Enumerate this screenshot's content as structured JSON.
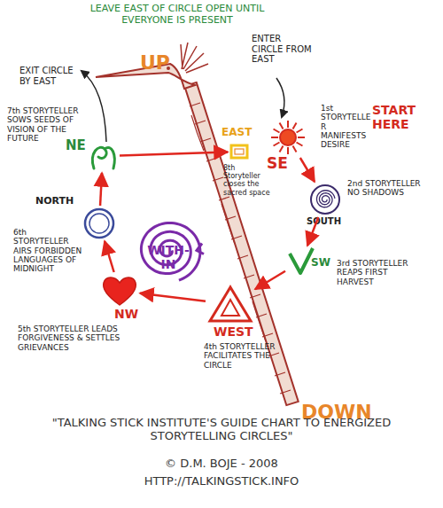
{
  "diagram": {
    "caption": "\"TALKING STICK INSTITUTE'S GUIDE CHART TO ENERGIZED STORYTELLING CIRCLES\"",
    "nodes": [
      {
        "text": [
          "SE",
          "1st STORYTELLER MANIFESTS DESIRE"
        ]
      },
      {
        "text": [
          "SOUTH",
          "2nd STORYTELLER NO SHADOWS"
        ]
      },
      {
        "text": [
          "SW",
          "3rd STORYTELLER REAPS FIRST HARVEST"
        ]
      },
      {
        "text": [
          "WEST",
          "4th STORYTELLER FACILITATES THE CIRCLE"
        ]
      },
      {
        "text": [
          "NW",
          "5th STORYTELLER LEADS FORGIVENESS & SETTLES GRIEVANCES"
        ]
      },
      {
        "text": [
          "NORTH",
          "6th STORYTELLER AIRS FORBIDDEN LANGUAGES OF MIDNIGHT"
        ]
      },
      {
        "text": [
          "NE",
          "7th STORYTELLER SOWS SEEDS OF VISION OF THE FUTURE"
        ]
      },
      {
        "text": [
          "EAST",
          "8th Storyteller closes the sacred space"
        ]
      },
      {
        "text": [
          "WITH-IN"
        ]
      }
    ],
    "edges": [
      {
        "from": 0,
        "to": 1,
        "arrow": "to"
      },
      {
        "from": 1,
        "to": 2,
        "arrow": "to"
      },
      {
        "from": 2,
        "to": 3,
        "arrow": "to"
      },
      {
        "from": 3,
        "to": 4,
        "arrow": "to"
      },
      {
        "from": 4,
        "to": 5,
        "arrow": "to"
      },
      {
        "from": 5,
        "to": 6,
        "arrow": "to"
      },
      {
        "from": 6,
        "to": 7,
        "arrow": "to"
      }
    ],
    "labels": [
      "LEAVE EAST OF CIRCLE OPEN UNTIL EVERYONE IS PRESENT",
      "UP",
      "ENTER CIRCLE FROM EAST",
      "START HERE",
      "EXIT CIRCLE BY EAST",
      "DOWN",
      "© D.M. BOJE - 2008",
      "HTTP://TALKINGSTICK.INFO"
    ]
  }
}
